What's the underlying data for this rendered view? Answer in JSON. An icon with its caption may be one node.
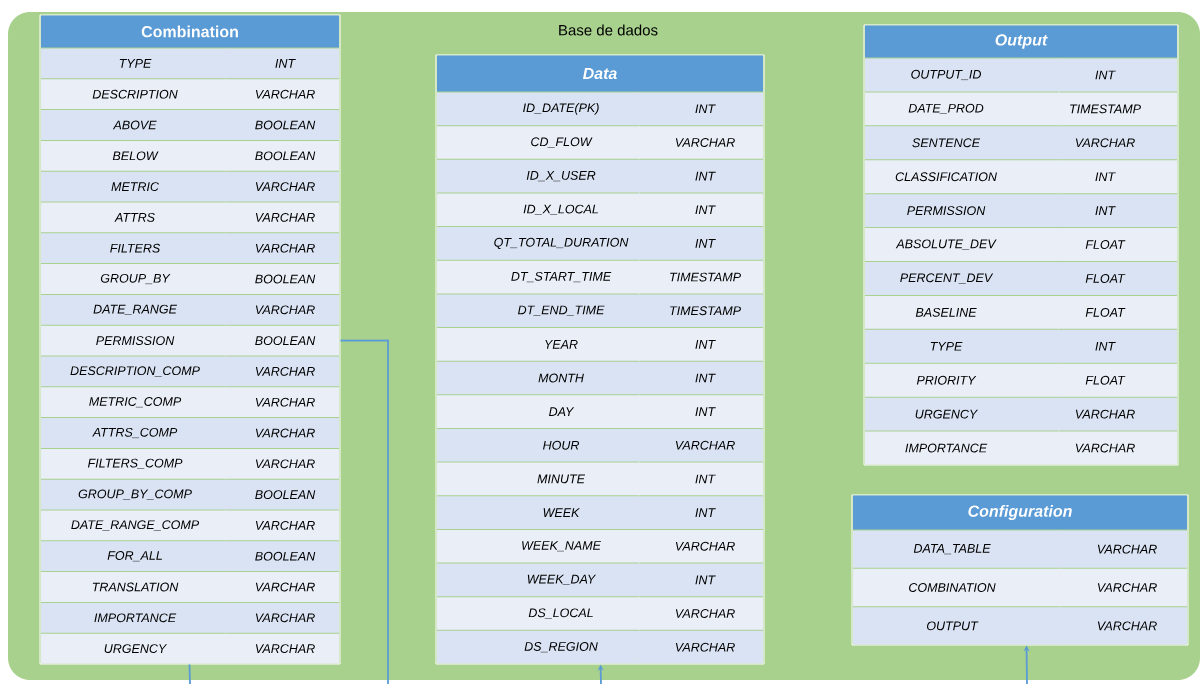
{
  "diagram": {
    "nodes": [
      {
        "text": [
          "Base de dados"
        ]
      },
      {
        "text": [
          "Combination",
          "TYPE",
          "INT",
          "DESCRIPTION",
          "VARCHAR",
          "ABOVE",
          "BOOLEAN",
          "BELOW",
          "BOOLEAN",
          "METRIC",
          "VARCHAR",
          "ATTRS",
          "VARCHAR",
          "FILTERS",
          "VARCHAR",
          "GROUP_BY",
          "BOOLEAN",
          "DATE_RANGE",
          "VARCHAR",
          "PERMISSION",
          "BOOLEAN",
          "DESCRIPTION_COMP",
          "VARCHAR",
          "METRIC_COMP",
          "VARCHAR",
          "ATTRS_COMP",
          "VARCHAR",
          "FILTERS_COMP",
          "VARCHAR",
          "GROUP_BY_COMP",
          "BOOLEAN",
          "DATE_RANGE_COMP",
          "VARCHAR",
          "FOR_ALL",
          "BOOLEAN",
          "TRANSLATION",
          "VARCHAR",
          "IMPORTANCE",
          "VARCHAR",
          "URGENCY",
          "VARCHAR"
        ],
        "in": 0
      },
      {
        "text": [
          "Data",
          "ID_DATE(PK)",
          "INT",
          "CD_FLOW",
          "VARCHAR",
          "ID_X_USER",
          "INT",
          "ID_X_LOCAL",
          "INT",
          "QT_TOTAL_DURATION",
          "INT",
          "DT_START_TIME",
          "TIMESTAMP",
          "DT_END_TIME",
          "TIMESTAMP",
          "YEAR",
          "INT",
          "MONTH",
          "INT",
          "DAY",
          "INT",
          "HOUR",
          "VARCHAR",
          "MINUTE",
          "INT",
          "WEEK",
          "INT",
          "WEEK_NAME",
          "VARCHAR",
          "WEEK_DAY",
          "INT",
          "DS_LOCAL",
          "VARCHAR",
          "DS_REGION",
          "VARCHAR"
        ],
        "in": 0
      },
      {
        "text": [
          "Output",
          "OUTPUT_ID",
          "INT",
          "DATE_PROD",
          "TIMESTAMP",
          "SENTENCE",
          "VARCHAR",
          "CLASSIFICATION",
          "INT",
          "PERMISSION",
          "INT",
          "ABSOLUTE_DEV",
          "FLOAT",
          "PERCENT_DEV",
          "FLOAT",
          "BASELINE",
          "FLOAT",
          "TYPE",
          "INT",
          "PRIORITY",
          "FLOAT",
          "URGENCY",
          "VARCHAR",
          "IMPORTANCE",
          "VARCHAR"
        ],
        "in": 0
      },
      {
        "text": [
          "Configuration",
          "DATA_TABLE",
          "VARCHAR",
          "COMBINATION",
          "VARCHAR",
          "OUTPUT",
          "VARCHAR"
        ],
        "in": 0
      }
    ],
    "edges": [
      {
        "from": 1,
        "to": null,
        "arrow": "none"
      },
      {
        "from": 1,
        "to": null,
        "arrow": "none"
      },
      {
        "from": null,
        "to": 2,
        "arrow": "to"
      },
      {
        "from": null,
        "to": 4,
        "arrow": "to"
      }
    ]
  }
}
